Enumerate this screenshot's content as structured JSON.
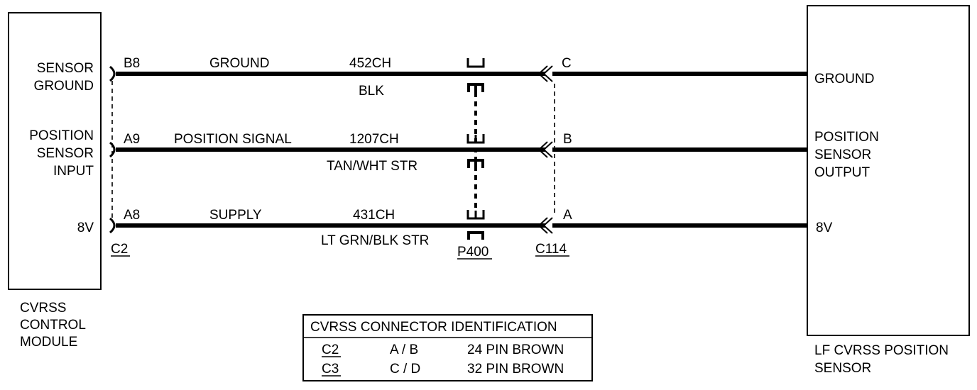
{
  "control_module": {
    "name_lines": [
      "CVRSS",
      "CONTROL",
      "MODULE"
    ],
    "pins": [
      {
        "lines": [
          "SENSOR",
          "GROUND"
        ]
      },
      {
        "lines": [
          "POSITION",
          "SENSOR",
          "INPUT"
        ]
      },
      {
        "lines": [
          "8V"
        ]
      }
    ],
    "connector": "C2"
  },
  "sensor": {
    "name_lines": [
      "LF CVRSS POSITION",
      "SENSOR"
    ],
    "pins": [
      {
        "lines": [
          "GROUND"
        ]
      },
      {
        "lines": [
          "POSITION",
          "SENSOR",
          "OUTPUT"
        ]
      },
      {
        "lines": [
          "8V"
        ]
      }
    ]
  },
  "circuits": [
    {
      "module_pin": "B8",
      "function": "GROUND",
      "circuit": "452CH",
      "color": "BLK",
      "sensor_pin": "C"
    },
    {
      "module_pin": "A9",
      "function": "POSITION SIGNAL",
      "circuit": "1207CH",
      "color": "TAN/WHT STR",
      "sensor_pin": "B"
    },
    {
      "module_pin": "A8",
      "function": "SUPPLY",
      "circuit": "431CH",
      "color": "LT GRN/BLK STR",
      "sensor_pin": "A"
    }
  ],
  "inline_connectors": {
    "p400": "P400",
    "c114": "C114"
  },
  "connector_table": {
    "title": "CVRSS CONNECTOR IDENTIFICATION",
    "rows": [
      {
        "connector": "C2",
        "cavities": "A / B",
        "description": "24 PIN BROWN"
      },
      {
        "connector": "C3",
        "cavities": "C / D",
        "description": "32 PIN BROWN"
      }
    ]
  }
}
